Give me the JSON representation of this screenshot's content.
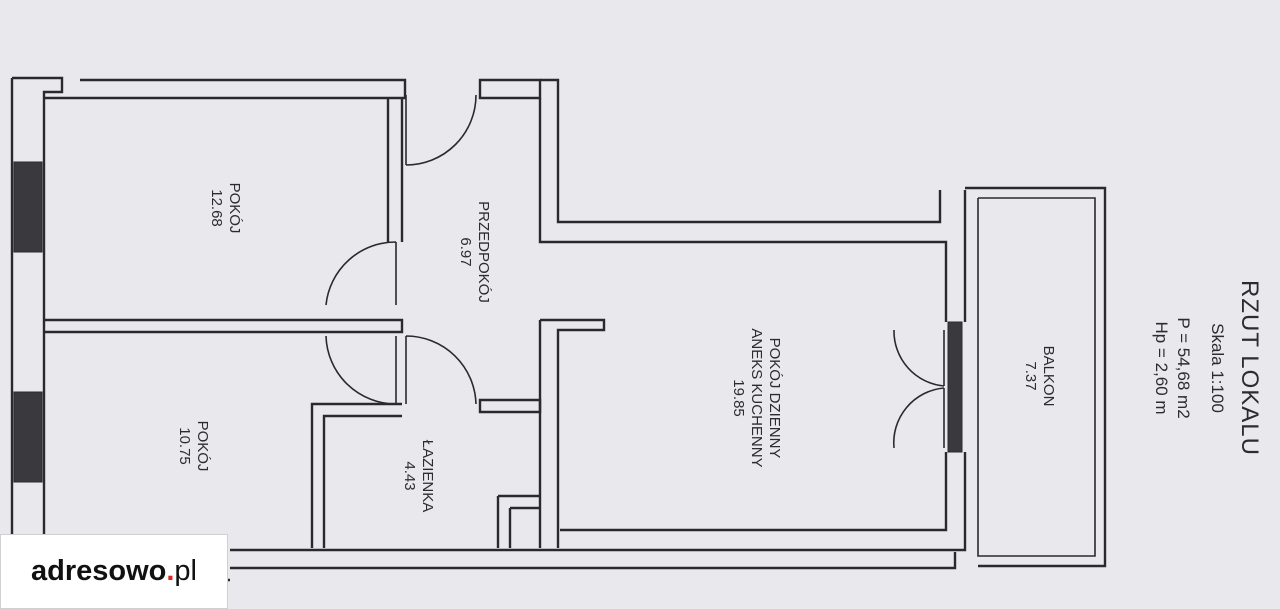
{
  "title": {
    "heading": "RZUT LOKALU",
    "scale": "Skala 1:100",
    "area": "P = 54,68 m2",
    "height": "Hp = 2,60 m"
  },
  "rooms": [
    {
      "id": "pokoj-1",
      "name": "POKÓJ",
      "name2": "",
      "area": "12.68"
    },
    {
      "id": "przedpokoj",
      "name": "PRZEDPOKÓJ",
      "name2": "",
      "area": "6.97"
    },
    {
      "id": "pokoj-2",
      "name": "POKÓJ",
      "name2": "",
      "area": "10.75"
    },
    {
      "id": "lazienka",
      "name": "ŁAZIENKA",
      "name2": "",
      "area": "4.43"
    },
    {
      "id": "pokoj-dzienny",
      "name": "POKÓJ DZIENNY",
      "name2": "ANEKS KUCHENNY",
      "area": "19.85"
    },
    {
      "id": "balkon",
      "name": "BALKON",
      "name2": "",
      "area": "7.37"
    }
  ],
  "logo": {
    "brand": "adresowo",
    "dot": ".",
    "tld": "pl"
  },
  "colors": {
    "paper": "#e9e8ec",
    "ink": "#2a2a2e",
    "logo_accent": "#e2231a"
  }
}
